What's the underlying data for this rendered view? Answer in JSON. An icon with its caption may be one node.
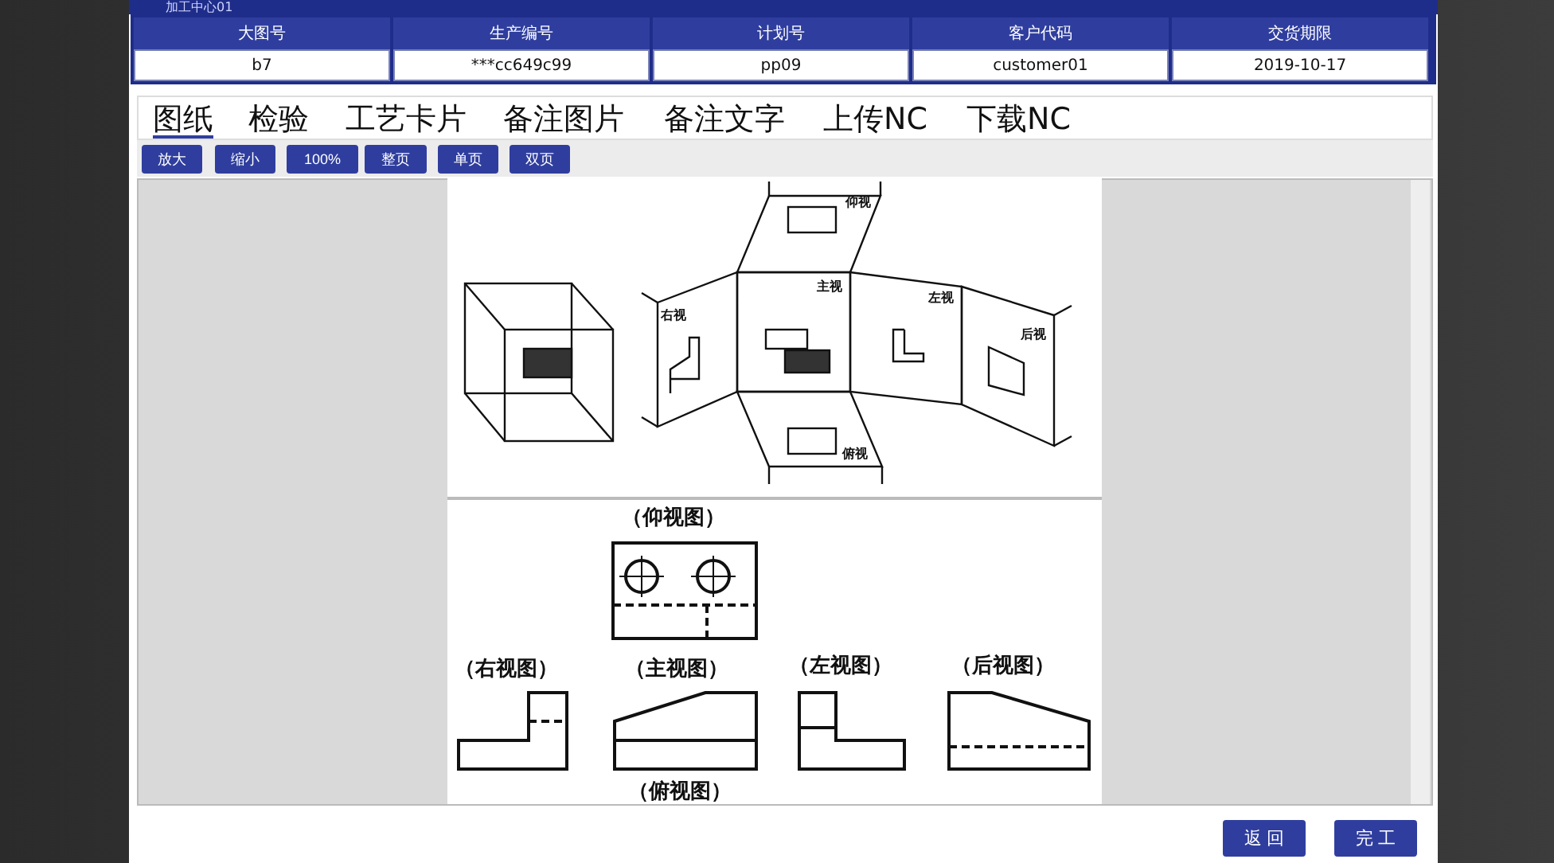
{
  "diagram": {
    "title": "加工中心01",
    "labels": [
      "大图号",
      "生产编号",
      "计划号",
      "客户代码",
      "交货期限",
      "b7",
      "***cc649c99",
      "pp09",
      "customer01",
      "2019-10-17",
      "图纸",
      "检验",
      "工艺卡片",
      "备注图片",
      "备注文字",
      "上传NC",
      "下载NC",
      "放大",
      "缩小",
      "100%",
      "整页",
      "单页",
      "双页",
      "仰视",
      "右视",
      "主视",
      "左视",
      "后视",
      "俯视",
      "（仰视图）",
      "（右视图）",
      "（主视图）",
      "（左视图）",
      "（后视图）",
      "（俯视图）",
      "返 回",
      "完 工"
    ]
  }
}
